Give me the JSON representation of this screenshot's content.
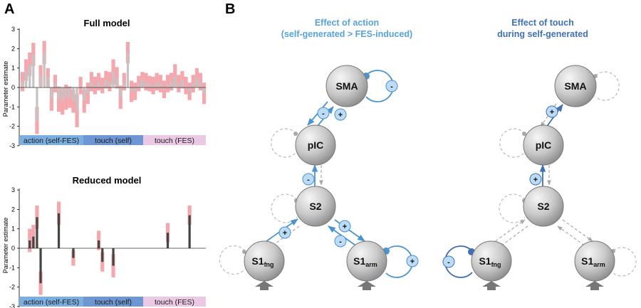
{
  "colors": {
    "action": "#7bafe0",
    "touch_self": "#6e96d2",
    "touch_fes": "#ebc8e4",
    "ci": "#f4a8ad",
    "bar_full": "#c4c4c4",
    "bar_reduced": "#444444",
    "conn_action": "#4a95d1",
    "conn_touch": "#3f6fb6",
    "conn_gray": "#a8a8a8",
    "title_action": "#56a3dc",
    "title_touch": "#3f70b8",
    "badge_fill": "#bcdcf6",
    "badge_stroke": "#4a8fd0"
  },
  "panelA": {
    "letter": "A",
    "ylabel": "Parameter estimate",
    "yticks": [
      "3",
      "2",
      "1",
      "0",
      "-1",
      "-2",
      "-3"
    ],
    "conditions": [
      "action (self-FES)",
      "touch (self)",
      "touch (FES)"
    ],
    "full_title": "Full model",
    "reduced_title": "Reduced model"
  },
  "panelB": {
    "letter": "B",
    "left_title": [
      "Effect of action",
      "(self-generated > FES-induced)"
    ],
    "right_title": [
      "Effect of touch",
      "during self-generated"
    ],
    "nodes": {
      "sma": "SMA",
      "pic": "pIC",
      "s2": "S2",
      "s1fng": "S1",
      "s1fng_sub": "fng",
      "s1arm": "S1",
      "s1arm_sub": "arm"
    }
  },
  "chart_data": [
    {
      "type": "bar",
      "title": "Full model",
      "ylabel": "Parameter estimate",
      "ylim": [
        -3,
        3
      ],
      "groups": [
        "action (self-FES)",
        "touch (self)",
        "touch (FES)"
      ],
      "values": [
        0.3,
        0.9,
        1.2,
        1.7,
        -1.7,
        0.6,
        1.8,
        0.5,
        -0.6,
        0.2,
        -0.6,
        -0.7,
        -0.5,
        -0.5,
        -0.7,
        -1.2,
        0.1,
        -0.7,
        -0.3,
        0.3,
        0.1,
        0.3,
        0.1,
        0.4,
        0.3,
        0.8,
        0.5,
        -0.5,
        0.3,
        1.8,
        -0.2,
        -0.2,
        0.2,
        0.4,
        0.3,
        0.2,
        0.1,
        0.3,
        0.2,
        -0.1,
        0.2,
        0.3,
        0.6,
        0.2,
        0.4,
        0.1,
        -0.2,
        0.2,
        0.5,
        0.3,
        -0.3
      ],
      "ci_half": [
        0.5,
        0.55,
        0.6,
        0.6,
        0.7,
        0.55,
        0.6,
        0.5,
        0.6,
        0.45,
        0.65,
        0.7,
        0.65,
        0.55,
        0.6,
        0.85,
        0.45,
        0.6,
        0.55,
        0.5,
        0.45,
        0.45,
        0.4,
        0.45,
        0.5,
        0.65,
        0.55,
        0.6,
        0.45,
        0.55,
        0.55,
        0.45,
        0.4,
        0.4,
        0.45,
        0.4,
        0.45,
        0.45,
        0.45,
        0.45,
        0.45,
        0.45,
        0.6,
        0.45,
        0.45,
        0.45,
        0.45,
        0.45,
        0.5,
        0.45,
        0.55
      ]
    },
    {
      "type": "bar",
      "title": "Reduced model",
      "ylabel": "Parameter estimate",
      "ylim": [
        -3,
        3
      ],
      "groups": [
        "action (self-FES)",
        "touch (self)",
        "touch (FES)"
      ],
      "values": [
        0.4,
        0.6,
        1.6,
        -1.8,
        1.8,
        -0.5,
        0.4,
        -0.7,
        -0.9,
        0.8,
        1.7
      ],
      "ci_half": [
        0.6,
        0.6,
        0.6,
        0.6,
        0.6,
        0.4,
        0.5,
        0.5,
        0.6,
        0.5,
        0.5
      ],
      "positions": [
        2,
        3,
        4,
        5,
        10,
        14,
        21,
        22,
        25,
        40,
        46
      ]
    }
  ]
}
